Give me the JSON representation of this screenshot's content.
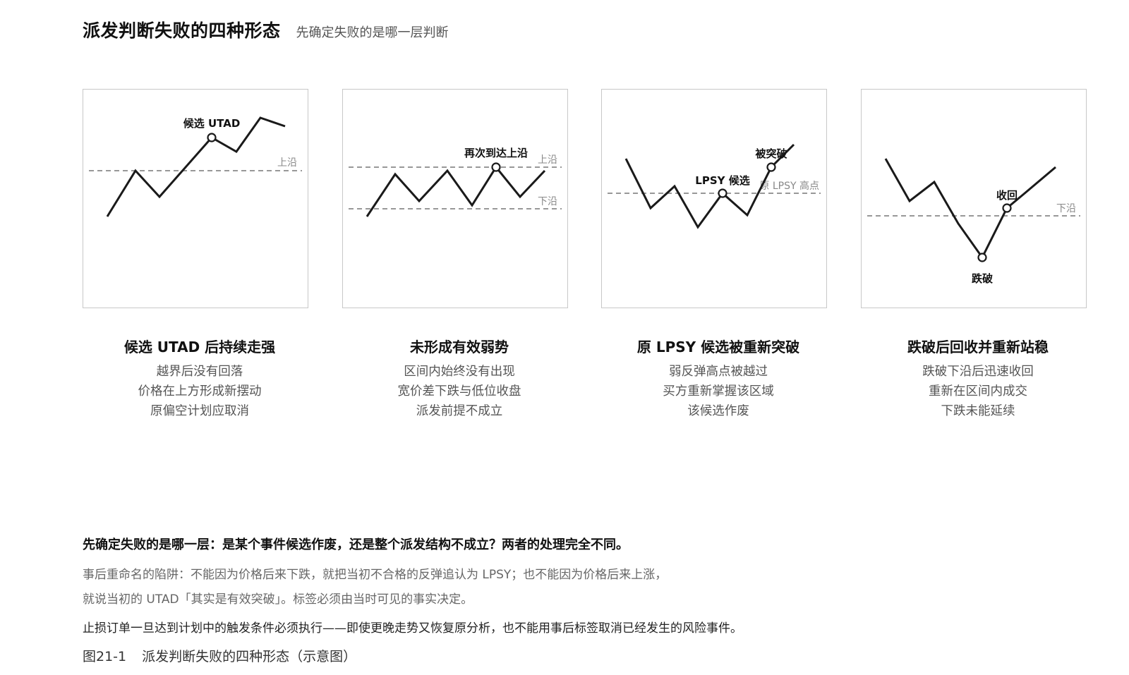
{
  "header": {
    "title": "派发判断失败的四种形态",
    "subtitle": "先确定失败的是哪一层判断"
  },
  "panels": [
    {
      "labels": {
        "marker": "候选 UTAD",
        "line": "上沿"
      },
      "caption": {
        "title": "候选 UTAD 后持续走强",
        "lines": [
          "越界后没有回落",
          "价格在上方形成新摆动",
          "原偏空计划应取消"
        ]
      }
    },
    {
      "labels": {
        "marker": "再次到达上沿",
        "upper": "上沿",
        "lower": "下沿"
      },
      "caption": {
        "title": "未形成有效弱势",
        "lines": [
          "区间内始终没有出现",
          "宽价差下跌与低位收盘",
          "派发前提不成立"
        ]
      }
    },
    {
      "labels": {
        "candidate": "LPSY 候选",
        "broken": "被突破",
        "line": "原 LPSY 高点"
      },
      "caption": {
        "title": "原 LPSY 候选被重新突破",
        "lines": [
          "弱反弹高点被越过",
          "买方重新掌握该区域",
          "该候选作废"
        ]
      }
    },
    {
      "labels": {
        "reclaim": "收回",
        "breakdown": "跌破",
        "line": "下沿"
      },
      "caption": {
        "title": "跌破后回收并重新站稳",
        "lines": [
          "跌破下沿后迅速收回",
          "重新在区间内成交",
          "下跌未能延续"
        ]
      }
    }
  ],
  "notes": {
    "bold": "先确定失败的是哪一层：是某个事件候选作废，还是整个派发结构不成立？两者的处理完全不同。",
    "trap_line1": "事后重命名的陷阱：不能因为价格后来下跌，就把当初不合格的反弹追认为 LPSY；也不能因为价格后来上涨，",
    "trap_line2": "就说当初的 UTAD「其实是有效突破」。标签必须由当时可见的事实决定。",
    "stop": "止损订单一旦达到计划中的触发条件必须执行——即使更晚走势又恢复原分析，也不能用事后标签取消已经发生的风险事件。"
  },
  "figure": {
    "number": "图21-1",
    "caption": "派发判断失败的四种形态（示意图）"
  }
}
